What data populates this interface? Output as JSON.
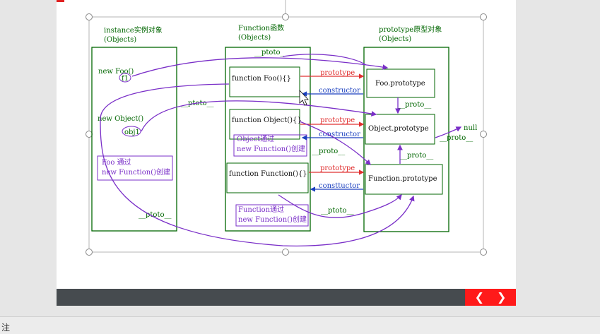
{
  "statusbar": {
    "text": "注"
  },
  "nav": {
    "prev": "❮",
    "next": "❯"
  },
  "columns": {
    "instance_title": "instance实例对象",
    "instance_sub": "(Objects)",
    "function_title": "Function函数",
    "function_sub": "(Objects)",
    "prototype_title": "prototype原型对象",
    "prototype_sub": "(Objects)"
  },
  "instances": {
    "new_foo": "new Foo()",
    "f1": "f1",
    "new_object": "new Object()",
    "obj1": "obj1",
    "foo_note_1": "Foo 通过",
    "foo_note_2": "new Function()创建",
    "ptoto_top": "__ptoto__",
    "ptoto_bottom": "__ptoto__"
  },
  "functions": {
    "foo": "function Foo(){}",
    "object": "function Object(){}",
    "function": "function Function(){}",
    "object_note_1": "Object通过",
    "object_note_2": "new Function()创建",
    "function_note_1": "Function通过",
    "function_note_2": "new Function()创建",
    "ptoto_top": "__ptoto__",
    "proto_mid": "__proto__",
    "ptoto_bottom": "__ptoto__"
  },
  "prototypes": {
    "foo": "Foo.prototype",
    "object": "Object.prototype",
    "function": "Function.prototype",
    "proto_1": "__proto__",
    "proto_2": "__proto__",
    "proto_null": "__proto__",
    "null": "null"
  },
  "edges": {
    "prototype": "prototype",
    "constructor": "constructor",
    "prototype_2": "prototype",
    "constructor_2": "constructor",
    "prototype_3": "prototype",
    "constructor_3": "consttuctor"
  },
  "colors": {
    "green": "#006600",
    "red": "#e03030",
    "blue": "#1a3fbf",
    "purple": "#7a2fc8",
    "nav_red": "#ff1a1a",
    "bar_dark": "#464b4f"
  }
}
